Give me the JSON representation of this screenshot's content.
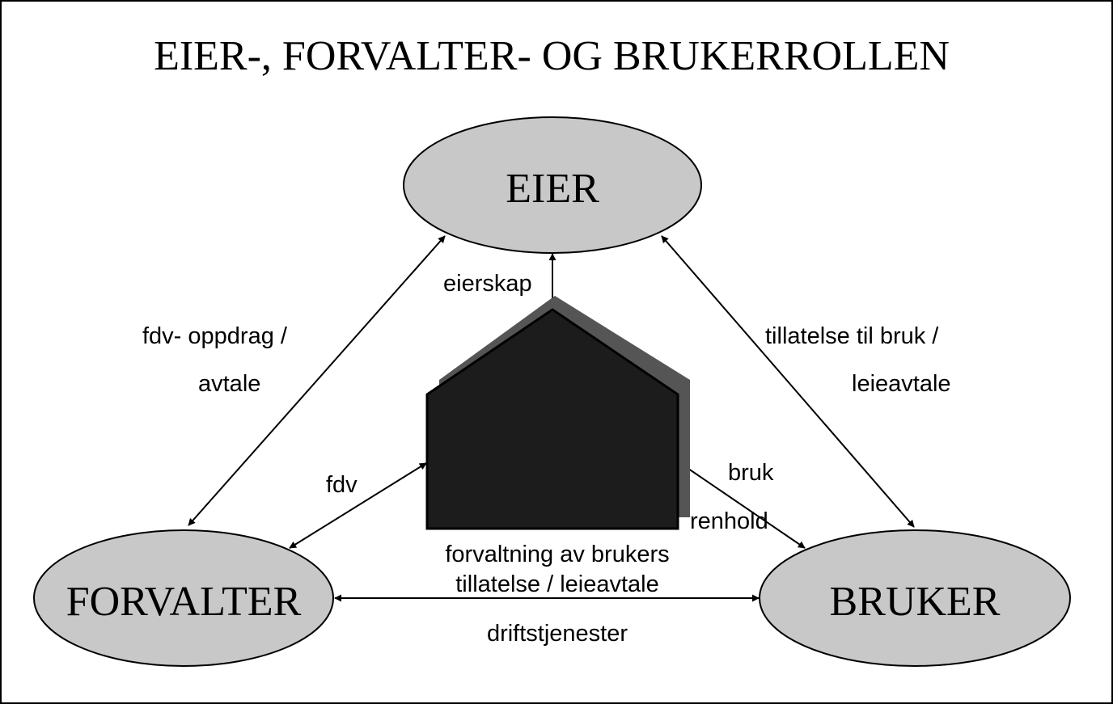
{
  "title": "EIER-,  FORVALTER-  OG BRUKERROLLEN",
  "colors": {
    "ellipse_fill": "#c8c8c8",
    "house_fill": "#1c1c1c",
    "house_shadow": "#555555",
    "line": "#000000"
  },
  "nodes": {
    "eier": "EIER",
    "forvalter": "FORVALTER",
    "bruker": "BRUKER"
  },
  "edges": {
    "eierskap": "eierskap",
    "fdv_oppdrag_line1": "fdv-  oppdrag /",
    "fdv_oppdrag_line2": "avtale",
    "tillatelse_line1": "tillatelse til bruk /",
    "tillatelse_line2": "leieavtale",
    "fdv": "fdv",
    "bruk": "bruk",
    "renhold": "renhold",
    "forvaltning_line1": "forvaltning av brukers",
    "forvaltning_line2": "tillatelse / leieavtale",
    "driftstjenester": "driftstjenester"
  },
  "center_icon": "house-icon"
}
